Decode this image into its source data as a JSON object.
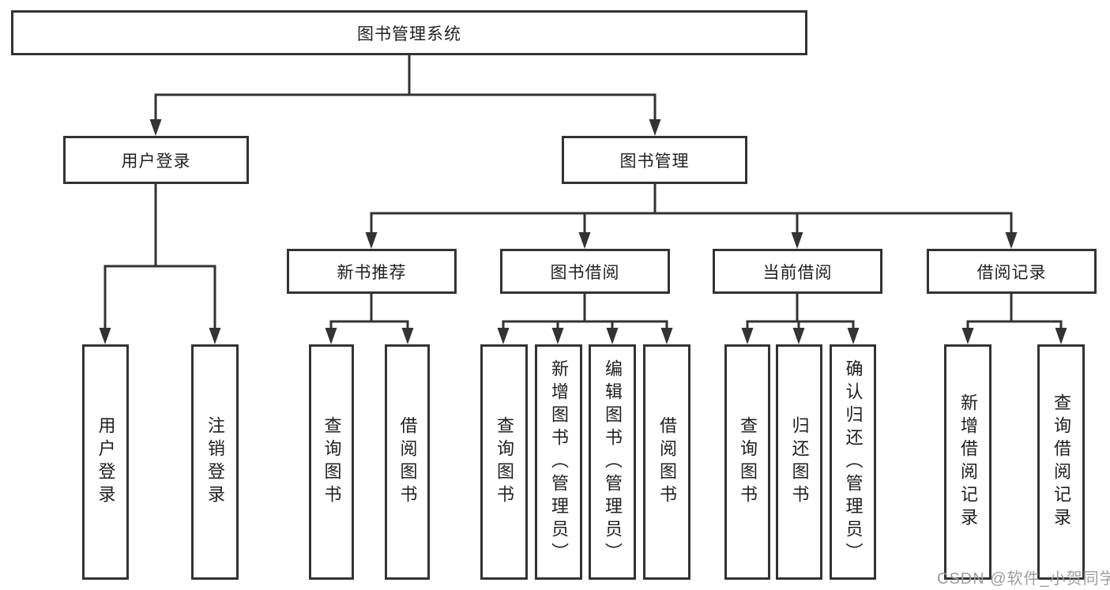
{
  "colors": {
    "line": "#333333",
    "box_border": "#333333",
    "box_background": "#ffffff",
    "text": "#1f1f1f",
    "watermark": "#9e9e9e",
    "page_background": "#ffffff"
  },
  "watermark": {
    "text": "CSDN @软件_小贺同学"
  },
  "tree": {
    "root": {
      "label": "图书管理系统"
    },
    "login": {
      "label": "用户登录",
      "children": [
        {
          "label": "用户登录"
        },
        {
          "label": "注销登录"
        }
      ]
    },
    "manage": {
      "label": "图书管理",
      "groups": [
        {
          "label": "新书推荐",
          "children": [
            {
              "label": "查询图书"
            },
            {
              "label": "借阅图书"
            }
          ]
        },
        {
          "label": "图书借阅",
          "children": [
            {
              "label": "查询图书"
            },
            {
              "label": "新增图书（管理员）"
            },
            {
              "label": "编辑图书（管理员）"
            },
            {
              "label": "借阅图书"
            }
          ]
        },
        {
          "label": "当前借阅",
          "children": [
            {
              "label": "查询图书"
            },
            {
              "label": "归还图书"
            },
            {
              "label": "确认归还（管理员）"
            }
          ]
        },
        {
          "label": "借阅记录",
          "children": [
            {
              "label": "新增借阅记录"
            },
            {
              "label": "查询借阅记录"
            }
          ]
        }
      ]
    }
  }
}
